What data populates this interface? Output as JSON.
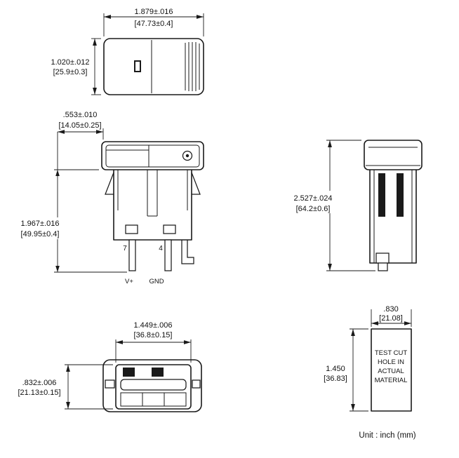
{
  "colors": {
    "ink": "#1a1a1a",
    "background": "#ffffff"
  },
  "drawing": {
    "top_view": {
      "width_in": "1.879±.016",
      "width_mm": "[47.73±0.4]",
      "height_in": "1.020±.012",
      "height_mm": "[25.9±0.3]"
    },
    "front_view": {
      "bezel_offset_in": ".553±.010",
      "bezel_offset_mm": "[14.05±0.25]",
      "height_in": "1.967±.016",
      "height_mm": "[49.95±0.4]",
      "terminal_left_number": "7",
      "terminal_right_number": "4",
      "terminal_left_label": "V+",
      "terminal_right_label": "GND"
    },
    "side_view": {
      "overall_height_in": "2.527±.024",
      "overall_height_mm": "[64.2±0.6]"
    },
    "bottom_view": {
      "width_in": "1.449±.006",
      "width_mm": "[36.8±0.15]",
      "depth_in": ".832±.006",
      "depth_mm": "[21.13±0.15]"
    },
    "test_cut_hole": {
      "width_in": ".830",
      "width_mm": "[21.08]",
      "height_in": "1.450",
      "height_mm": "[36.83]",
      "label_lines": [
        "TEST CUT",
        "HOLE IN",
        "ACTUAL",
        "MATERIAL"
      ]
    },
    "unit_note": "Unit : inch (mm)"
  }
}
